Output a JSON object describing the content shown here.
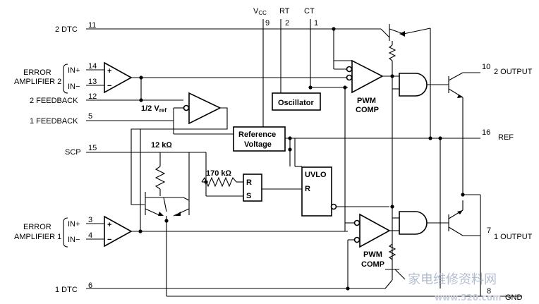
{
  "pins": {
    "dtc2": {
      "name": "2 DTC",
      "num": "11"
    },
    "in_plus_2": {
      "name": "IN+",
      "num": "14"
    },
    "in_minus_2": {
      "name": "IN−",
      "num": "13"
    },
    "feedback2": {
      "name": "2 FEEDBACK",
      "num": "12"
    },
    "feedback1": {
      "name": "1 FEEDBACK",
      "num": "5"
    },
    "scp": {
      "name": "SCP",
      "num": "15"
    },
    "in_plus_1": {
      "name": "IN+",
      "num": "3"
    },
    "in_minus_1": {
      "name": "IN−",
      "num": "4"
    },
    "dtc1": {
      "name": "1 DTC",
      "num": "6"
    },
    "vcc": {
      "name": "V",
      "sub": "CC",
      "num": "9"
    },
    "rt": {
      "name": "RT",
      "num": "2"
    },
    "ct": {
      "name": "CT",
      "num": "1"
    },
    "out2": {
      "name": "2 OUTPUT",
      "num": "10"
    },
    "ref": {
      "name": "REF",
      "num": "16"
    },
    "out1": {
      "name": "1 OUTPUT",
      "num": "7"
    },
    "gnd": {
      "name": "GND",
      "num": "8"
    }
  },
  "labels": {
    "error_amp2_line1": "ERROR",
    "error_amp2_line2": "AMPLIFIER 2",
    "error_amp1_line1": "ERROR",
    "error_amp1_line2": "AMPLIFIER 1",
    "half_vref": "1/2 V",
    "half_vref_sub": "ref",
    "resistor_12k": "12 kΩ",
    "resistor_170k": "170 kΩ",
    "plus": "+",
    "minus": "−",
    "pwm_comp_top_1": "PWM",
    "pwm_comp_top_2": "COMP",
    "pwm_comp_bot_1": "PWM",
    "pwm_comp_bot_2": "COMP"
  },
  "blocks": {
    "oscillator": "Oscillator",
    "reference_voltage_1": "Reference",
    "reference_voltage_2": "Voltage",
    "uvlo": "UVLO",
    "uvlo_r": "R",
    "latch_r": "R",
    "latch_s": "S"
  },
  "watermark": {
    "text": "家电维修资料网",
    "url": "www.520.com"
  }
}
